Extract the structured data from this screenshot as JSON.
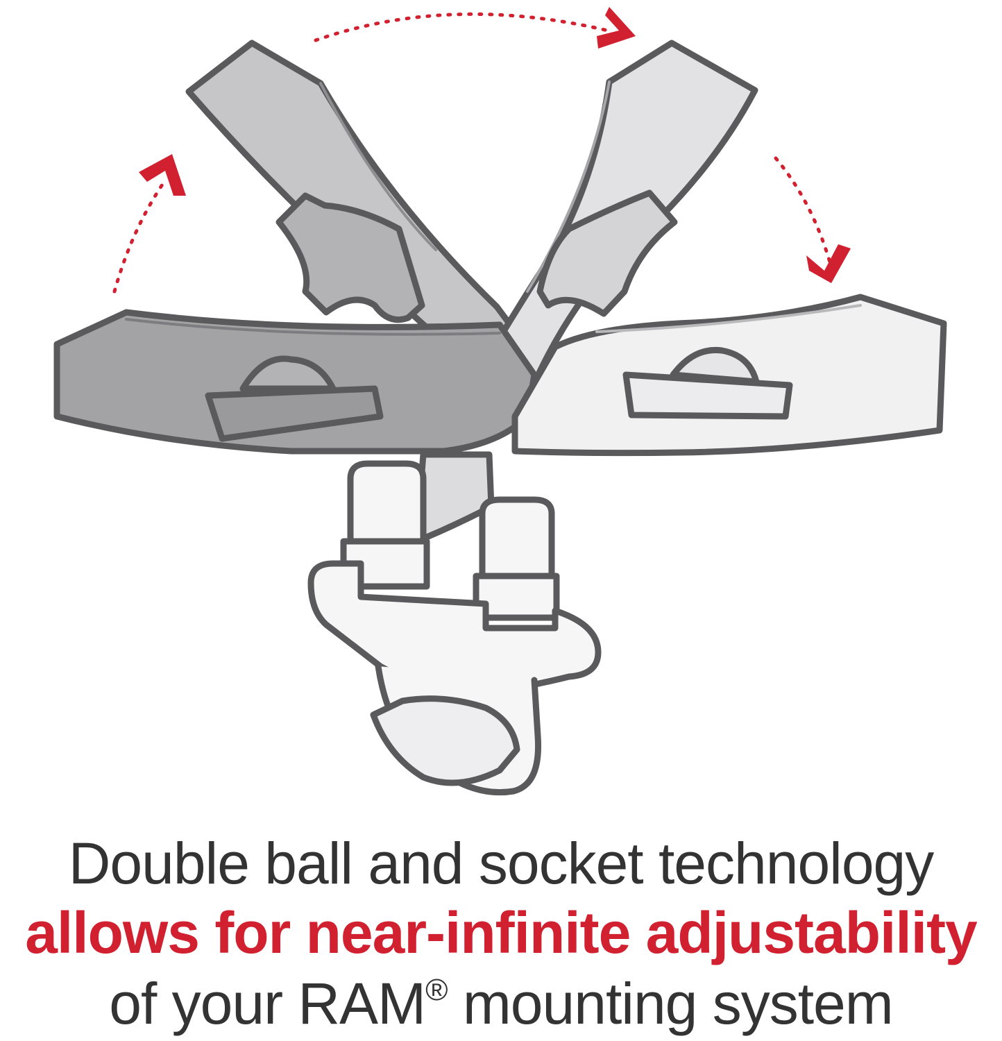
{
  "caption": {
    "line1": "Double ball and socket technology",
    "line2": "allows for near-infinite adjustability",
    "line3_prefix": "of your RAM",
    "line3_mark": "®",
    "line3_suffix": " mounting system"
  },
  "colors": {
    "accent": "#d1202f",
    "text": "#333333",
    "outline": "#5a5a5d",
    "arm_dark": "#a3a3a6",
    "arm_mid": "#c6c6c9",
    "arm_light": "#e2e2e4",
    "arm_lightest": "#f1f1f2",
    "base": "#f6f6f7"
  }
}
